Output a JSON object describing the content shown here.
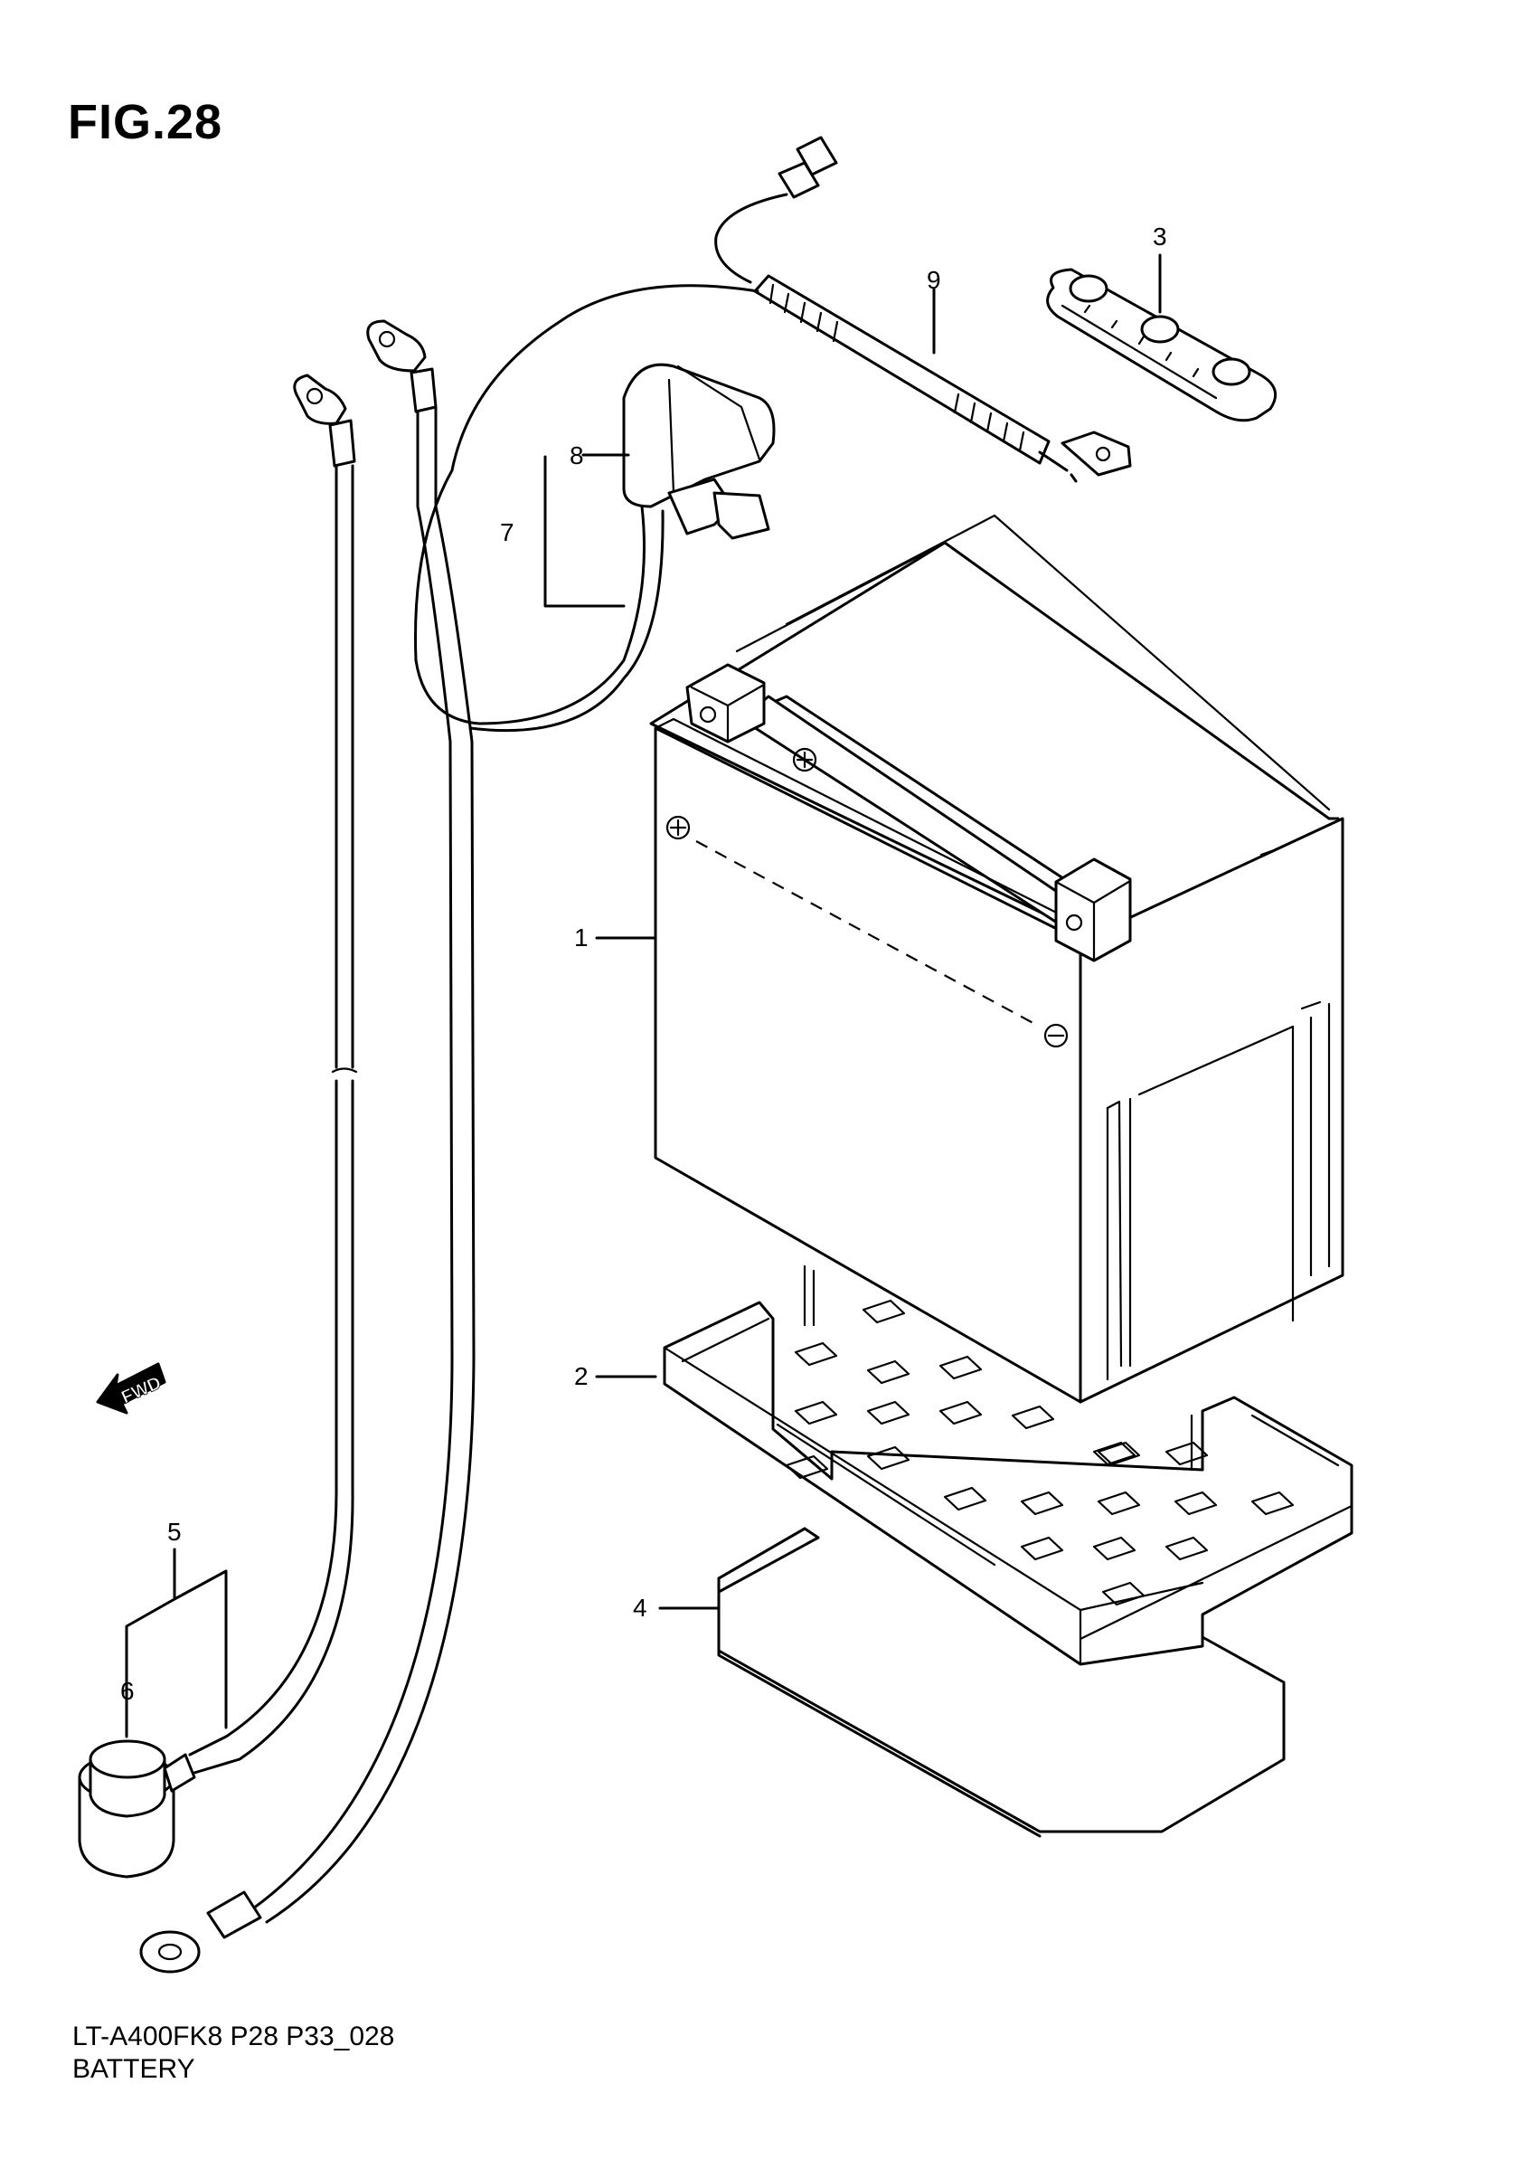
{
  "figure": {
    "title": "FIG.28",
    "model_code": "LT-A400FK8 P28 P33_028",
    "caption": "BATTERY"
  },
  "callouts": {
    "c1": "1",
    "c2": "2",
    "c3": "3",
    "c4": "4",
    "c5": "5",
    "c6": "6",
    "c7": "7",
    "c8": "8",
    "c9": "9"
  },
  "fwd_arrow": {
    "label": "FWD"
  }
}
